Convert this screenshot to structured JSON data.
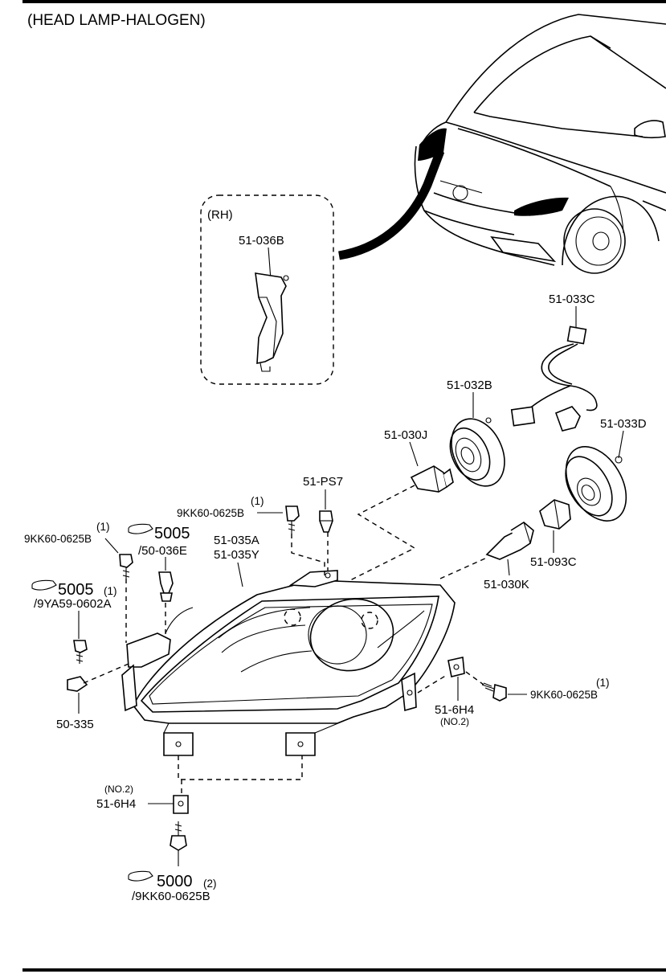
{
  "title": "(HEAD LAMP-HALOGEN)",
  "rh_box": {
    "side_label": "(RH)",
    "part_no": "51-036B"
  },
  "parts": {
    "harness": "51-033C",
    "reflector_left": "51-032B",
    "reflector_right": "51-033D",
    "bulb_low": "51-030J",
    "bulb_high": "51-030K",
    "socket": "51-093C",
    "pin": "51-PS7",
    "lamp_a": "51-035A",
    "lamp_y": "51-035Y",
    "bracket": "50-335",
    "nut_right": "51-6H4",
    "nut_right_note": "(NO.2)",
    "nut_bottom": "51-6H4",
    "nut_bottom_note": "(NO.2)"
  },
  "bolts": {
    "top_center": {
      "qty": "(1)",
      "part_no": "9KK60-0625B"
    },
    "top_left": {
      "qty": "(1)",
      "part_no": "9KK60-0625B"
    },
    "right": {
      "qty": "(1)",
      "part_no": "9KK60-0625B"
    }
  },
  "refs": {
    "ref_5005_a": {
      "num": "5005",
      "qty": "",
      "code": "/50-036E"
    },
    "ref_5005_b": {
      "num": "5005",
      "qty": "(1)",
      "code": "/9YA59-0602A"
    },
    "ref_5000": {
      "num": "5000",
      "qty": "(2)",
      "code": "/9KK60-0625B"
    }
  }
}
